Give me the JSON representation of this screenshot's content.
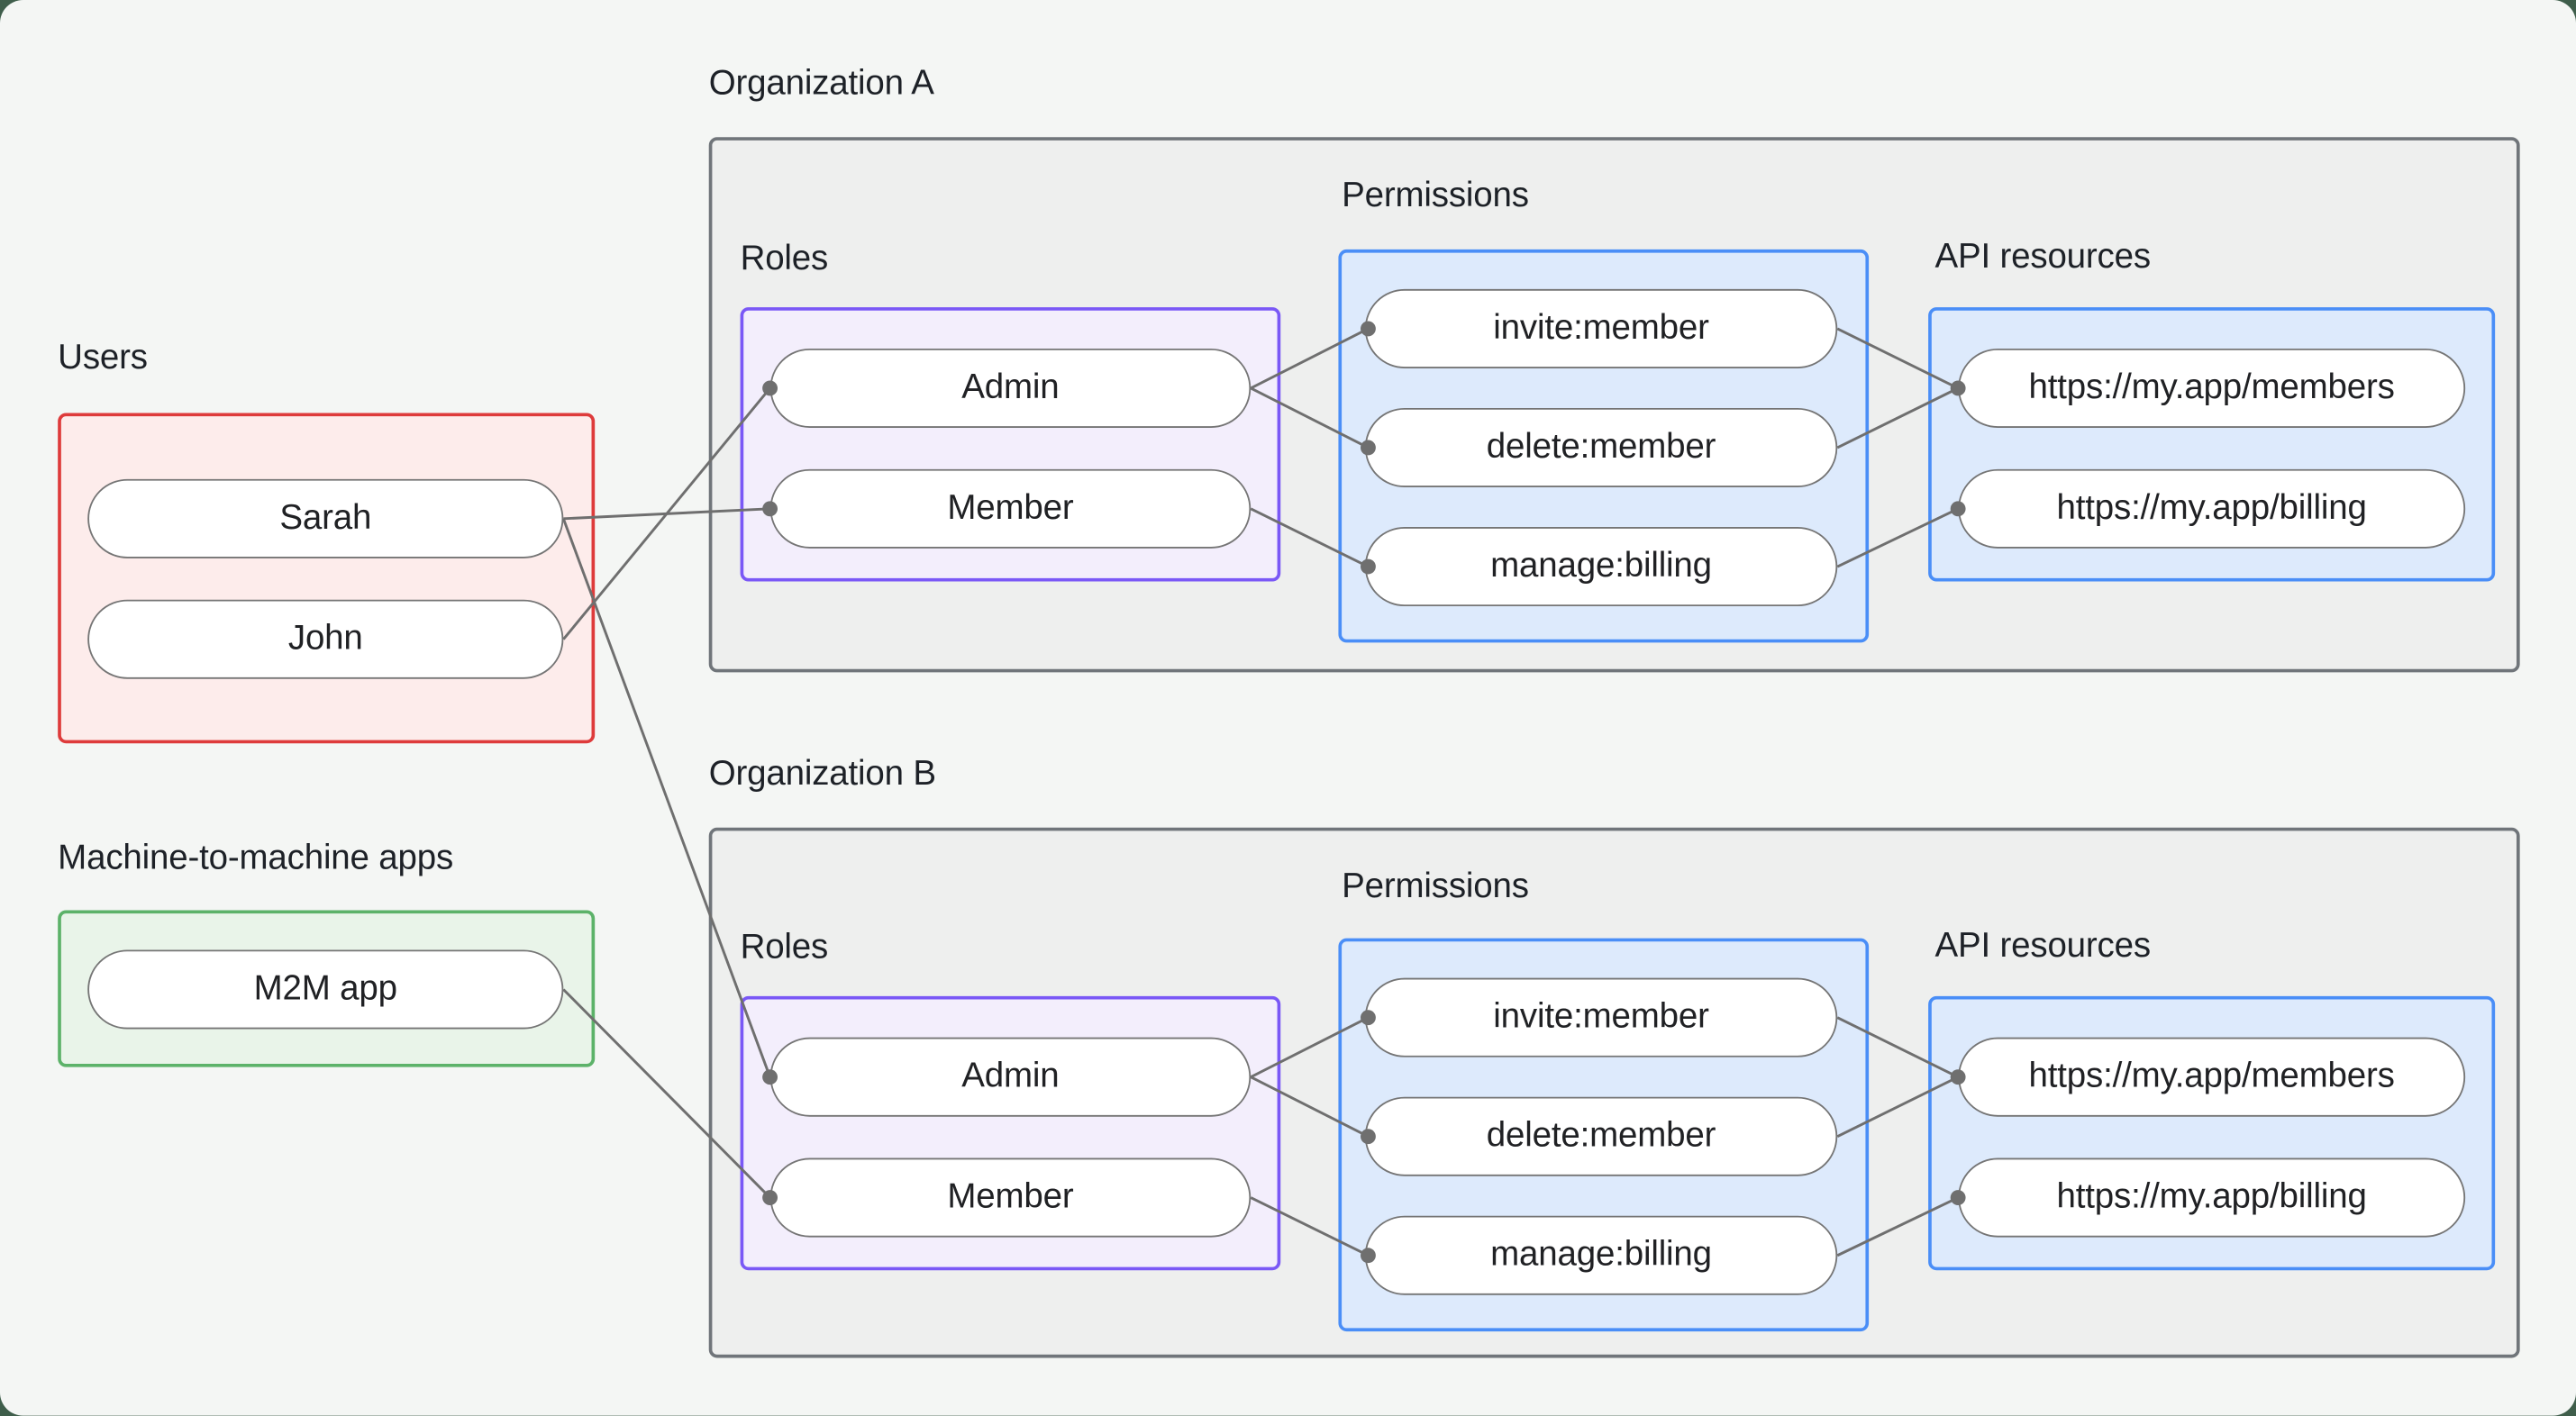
{
  "page": {
    "background": "#f4f6f4",
    "corner_backdrop": "#3f5e4b"
  },
  "colors": {
    "users_border": "#de3b3b",
    "users_fill": "#fdeceb",
    "m2m_border": "#5cb269",
    "m2m_fill": "#e9f4e9",
    "roles_border": "#7a58f6",
    "roles_fill": "#f3eefc",
    "permissions_border": "#4a8ef7",
    "permissions_fill": "#ddeafc",
    "api_border": "#4a8ef7",
    "api_fill": "#ddeafc",
    "org_border": "#70757a",
    "org_fill": "#eeefee",
    "node_border": "#757575",
    "node_fill": "#ffffff",
    "edge": "#6f6f6f",
    "text": "#1d2127"
  },
  "users": {
    "label": "Users",
    "items": [
      "Sarah",
      "John"
    ]
  },
  "m2m": {
    "label": "Machine-to-machine apps",
    "items": [
      "M2M app"
    ]
  },
  "organizations": [
    {
      "title": "Organization A",
      "roles": {
        "label": "Roles",
        "items": [
          "Admin",
          "Member"
        ]
      },
      "permissions": {
        "label": "Permissions",
        "items": [
          "invite:member",
          "delete:member",
          "manage:billing"
        ]
      },
      "api_resources": {
        "label": "API resources",
        "items": [
          "https://my.app/members",
          "https://my.app/billing"
        ]
      }
    },
    {
      "title": "Organization B",
      "roles": {
        "label": "Roles",
        "items": [
          "Admin",
          "Member"
        ]
      },
      "permissions": {
        "label": "Permissions",
        "items": [
          "invite:member",
          "delete:member",
          "manage:billing"
        ]
      },
      "api_resources": {
        "label": "API resources",
        "items": [
          "https://my.app/members",
          "https://my.app/billing"
        ]
      }
    }
  ],
  "edges": [
    {
      "from": "Sarah",
      "to": "Organization A / Member"
    },
    {
      "from": "John",
      "to": "Organization A / Admin"
    },
    {
      "from": "Sarah",
      "to": "Organization B / Admin"
    },
    {
      "from": "M2M app",
      "to": "Organization B / Member"
    },
    {
      "from": "Organization A / Admin",
      "to": "Organization A / invite:member"
    },
    {
      "from": "Organization A / Admin",
      "to": "Organization A / delete:member"
    },
    {
      "from": "Organization A / Member",
      "to": "Organization A / manage:billing"
    },
    {
      "from": "Organization A / invite:member",
      "to": "Organization A / https://my.app/members"
    },
    {
      "from": "Organization A / delete:member",
      "to": "Organization A / https://my.app/members"
    },
    {
      "from": "Organization A / manage:billing",
      "to": "Organization A / https://my.app/billing"
    },
    {
      "from": "Organization B / Admin",
      "to": "Organization B / invite:member"
    },
    {
      "from": "Organization B / Admin",
      "to": "Organization B / delete:member"
    },
    {
      "from": "Organization B / Member",
      "to": "Organization B / manage:billing"
    },
    {
      "from": "Organization B / invite:member",
      "to": "Organization B / https://my.app/members"
    },
    {
      "from": "Organization B / delete:member",
      "to": "Organization B / https://my.app/members"
    },
    {
      "from": "Organization B / manage:billing",
      "to": "Organization B / https://my.app/billing"
    }
  ]
}
